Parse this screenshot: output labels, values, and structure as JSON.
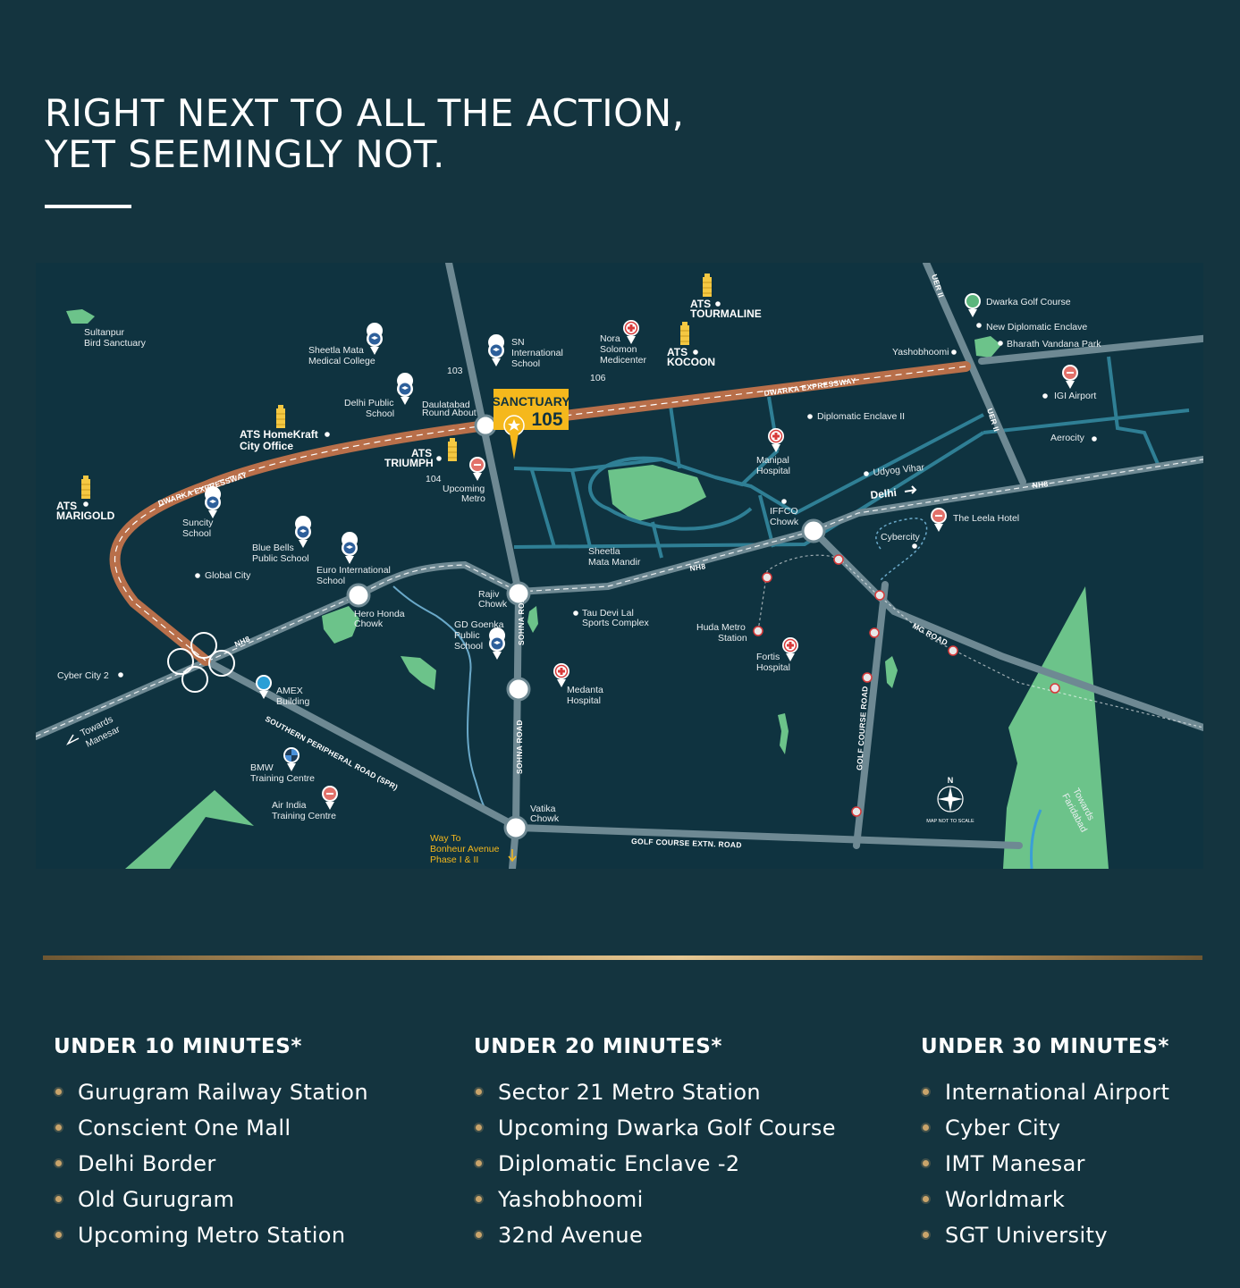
{
  "headline": {
    "line1": "RIGHT NEXT TO ALL THE ACTION,",
    "line2": "YET SEEMINGLY NOT."
  },
  "map": {
    "project": {
      "name": "SANCTUARY",
      "number": "105"
    },
    "roads": {
      "dwarka_expressway_east": "DWARKA EXPRESSWAY",
      "dwarka_expressway_west": "DWARKA EXPRESSWAY",
      "nh8_east": "NH8",
      "nh8_mid": "NH8",
      "nh8_west": "NH8",
      "sohna_road_upper": "SOHNA ROAD",
      "sohna_road_lower": "SOHNA ROAD",
      "mg_road": "MG ROAD",
      "golf_course_road": "GOLF COURSE ROAD",
      "golf_course_extn": "GOLF COURSE EXTN. ROAD",
      "spr": "SOUTHERN PERIPHERAL ROAD (SPR)",
      "uer_upper": "UER II",
      "uer_lower": "UER II"
    },
    "sectors": {
      "s103": "103",
      "s104": "104",
      "s106": "106"
    },
    "labels": {
      "sultanpur_1": "Sultanpur",
      "sultanpur_2": "Bird Sanctuary",
      "sheetla_college_1": "Sheetla Mata",
      "sheetla_college_2": "Medical College",
      "sn_school_1": "SN",
      "sn_school_2": "International",
      "sn_school_3": "School",
      "nora_1": "Nora",
      "nora_2": "Solomon",
      "nora_3": "Medicenter",
      "ats_tourmaline_1": "ATS",
      "ats_tourmaline_2": "TOURMALINE",
      "ats_kocoon_1": "ATS",
      "ats_kocoon_2": "KOCOON",
      "dwarka_golf": "Dwarka Golf Course",
      "new_diplomatic": "New Diplomatic Enclave",
      "bharath_vandana": "Bharath Vandana Park",
      "yashobhoomi": "Yashobhoomi",
      "igi_airport": "IGI Airport",
      "aerocity": "Aerocity",
      "diplomatic_2": "Diplomatic Enclave II",
      "delhi_public_1": "Delhi Public",
      "delhi_public_2": "School",
      "daulatabad_1": "Daulatabad",
      "daulatabad_2": "Round About",
      "ats_homekraft_1": "ATS HomeKraft",
      "ats_homekraft_2": "City Office",
      "ats_triumph_1": "ATS",
      "ats_triumph_2": "TRIUMPH",
      "upcoming_metro_1": "Upcoming",
      "upcoming_metro_2": "Metro",
      "manipal_1": "Manipal",
      "manipal_2": "Hospital",
      "udyog_vihar": "Udyog Vihar",
      "delhi": "Delhi",
      "ats_marigold_1": "ATS",
      "ats_marigold_2": "MARIGOLD",
      "suncity_1": "Suncity",
      "suncity_2": "School",
      "iffco_1": "IFFCO",
      "iffco_2": "Chowk",
      "leela": "The Leela Hotel",
      "cybercity": "Cybercity",
      "sheetla_mandir_1": "Sheetla",
      "sheetla_mandir_2": "Mata Mandir",
      "blue_bells_1": "Blue Bells",
      "blue_bells_2": "Public School",
      "euro_1": "Euro International",
      "euro_2": "School",
      "global_city": "Global City",
      "rajiv_1": "Rajiv",
      "rajiv_2": "Chowk",
      "tau_devi_1": "Tau Devi Lal",
      "tau_devi_2": "Sports Complex",
      "hero_honda_1": "Hero Honda",
      "hero_honda_2": "Chowk",
      "gd_goenka_1": "GD Goenka",
      "gd_goenka_2": "Public",
      "gd_goenka_3": "School",
      "huda_1": "Huda Metro",
      "huda_2": "Station",
      "fortis_1": "Fortis",
      "fortis_2": "Hospital",
      "cyber_city_2": "Cyber City 2",
      "amex_1": "AMEX",
      "amex_2": "Building",
      "medanta_1": "Medanta",
      "medanta_2": "Hospital",
      "towards_manesar_1": "Towards",
      "towards_manesar_2": "Manesar",
      "bmw_1": "BMW",
      "bmw_2": "Training Centre",
      "air_india_1": "Air India",
      "air_india_2": "Training Centre",
      "vatika_1": "Vatika",
      "vatika_2": "Chowk",
      "way_to_1": "Way To",
      "way_to_2": "Bonheur Avenue",
      "way_to_3": "Phase I & II",
      "north": "N",
      "not_to_scale": "MAP NOT TO SCALE",
      "towards_faridabad_1": "Towards",
      "towards_faridabad_2": "Faridabad"
    }
  },
  "columns": [
    {
      "heading": "UNDER 10 MINUTES*",
      "items": [
        "Gurugram Railway Station",
        "Conscient One Mall",
        "Delhi Border",
        "Old Gurugram",
        "Upcoming Metro Station"
      ]
    },
    {
      "heading": "UNDER 20 MINUTES*",
      "items": [
        "Sector 21 Metro Station",
        "Upcoming Dwarka Golf Course",
        "Diplomatic Enclave -2",
        "Yashobhoomi",
        "32nd Avenue"
      ]
    },
    {
      "heading": "UNDER 30 MINUTES*",
      "items": [
        "International Airport",
        "Cyber City",
        "IMT Manesar",
        "Worldmark",
        "SGT University"
      ]
    }
  ],
  "colors": {
    "background": "#14343f",
    "map_background": "#0f3340",
    "expressway": "#b86f4a",
    "road": "#6e8993",
    "secondary_road": "#2f7f95",
    "green": "#6cc38a",
    "accent_gold": "#f5b81c",
    "divider_gold": "#c9a46b"
  }
}
